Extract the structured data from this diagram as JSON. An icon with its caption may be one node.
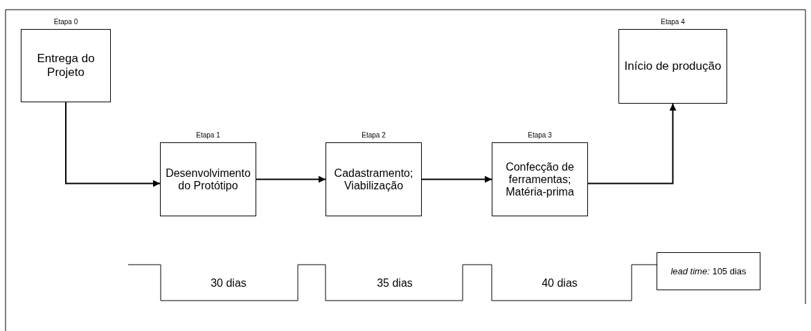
{
  "diagram": {
    "nodes": [
      {
        "text": [
          "Etapa 0",
          "Entrega do Projeto"
        ]
      },
      {
        "text": [
          "Etapa 1",
          "Desenvolvimento do Protótipo"
        ]
      },
      {
        "text": [
          "Etapa 2",
          "Cadastramento; Viabilização"
        ]
      },
      {
        "text": [
          "Etapa 3",
          "Confecção de ferramentas; Matéria-prima"
        ]
      },
      {
        "text": [
          "Etapa 4",
          "Início de produção"
        ]
      },
      {
        "text": [
          "*lead time:* 105 dias"
        ]
      }
    ],
    "edges": [
      {
        "from": 0,
        "to": 1,
        "arrow": "to"
      },
      {
        "from": 1,
        "to": 2,
        "arrow": "to"
      },
      {
        "from": 2,
        "to": 3,
        "arrow": "to"
      },
      {
        "from": 3,
        "to": 4,
        "arrow": "to"
      }
    ],
    "labels": [
      "30 dias",
      "35 dias",
      "40 dias"
    ]
  }
}
